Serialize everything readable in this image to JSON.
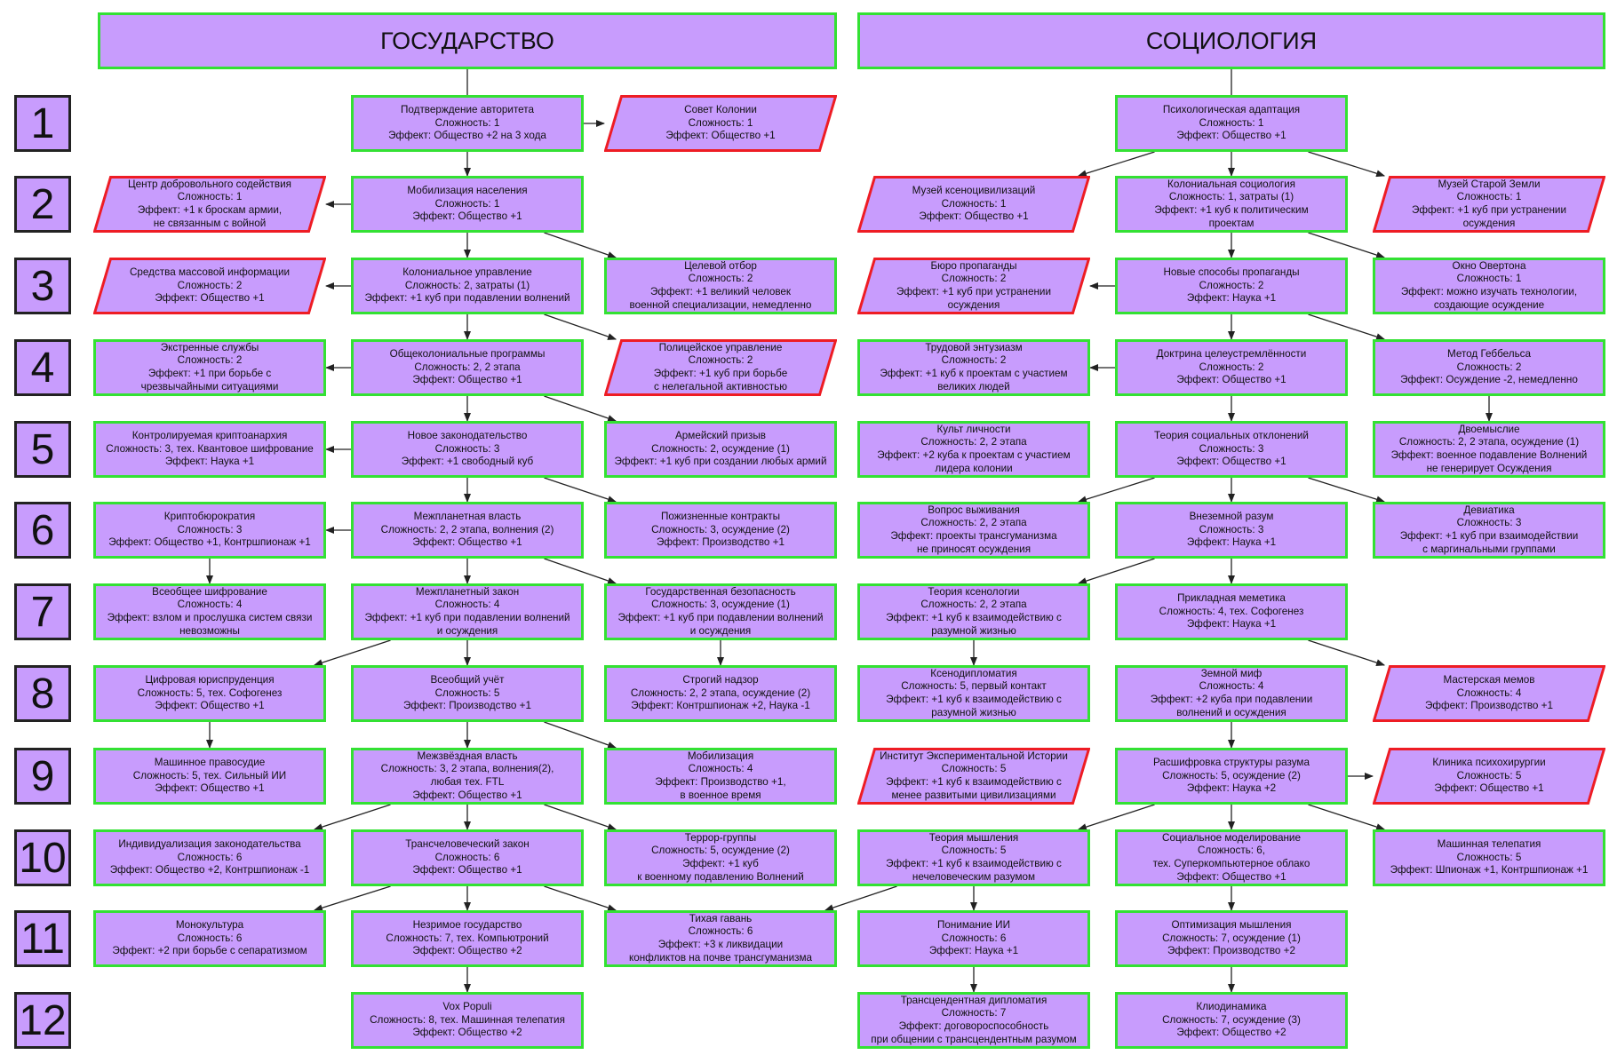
{
  "diagram": {
    "colors": {
      "fill": "#c89cfd",
      "primary_border": "#33e133",
      "secondary_border": "#ee1c24",
      "arrow": "#222222"
    },
    "headers": [
      {
        "id": "H1",
        "lines": [
          "ГОСУДАРСТВО"
        ]
      },
      {
        "id": "H2",
        "lines": [
          "СОЦИОЛОГИЯ"
        ]
      }
    ],
    "rows": [
      "1",
      "2",
      "3",
      "4",
      "5",
      "6",
      "7",
      "8",
      "9",
      "10",
      "11",
      "12"
    ],
    "nodes": [
      {
        "id": "s1",
        "kind": "rect",
        "lines": [
          "Подтверждение авторитета",
          "Сложность: 1",
          "Эффект: Общество +2 на 3 хода"
        ]
      },
      {
        "id": "s1r",
        "kind": "para",
        "lines": [
          "Совет Колонии",
          "Сложность: 1",
          "Эффект: Общество +1"
        ]
      },
      {
        "id": "s2l",
        "kind": "para",
        "lines": [
          "Центр добровольного содействия",
          "Сложность: 1",
          "Эффект: +1 к броскам армии,",
          "не связанным с войной"
        ]
      },
      {
        "id": "s2",
        "kind": "rect",
        "lines": [
          "Мобилизация населения",
          "Сложность: 1",
          "Эффект: Общество +1"
        ]
      },
      {
        "id": "s3l",
        "kind": "para",
        "lines": [
          "Средства массовой информации",
          "Сложность: 2",
          "Эффект: Общество +1"
        ]
      },
      {
        "id": "s3",
        "kind": "rect",
        "lines": [
          "Колониальное управление",
          "Сложность: 2, затраты (1)",
          "Эффект: +1 куб при подавлении волнений"
        ]
      },
      {
        "id": "s3r",
        "kind": "rect",
        "lines": [
          "Целевой отбор",
          "Сложность: 2",
          "Эффект: +1 великий человек",
          "военной специализации, немедленно"
        ]
      },
      {
        "id": "s4l",
        "kind": "rect",
        "lines": [
          "Экстренные службы",
          "Сложность: 2",
          "Эффект: +1 при борьбе с",
          "чрезвычайными ситуациями"
        ]
      },
      {
        "id": "s4",
        "kind": "rect",
        "lines": [
          "Общеколониальные программы",
          "Сложность: 2, 2 этапа",
          "Эффект: Общество +1"
        ]
      },
      {
        "id": "s4r",
        "kind": "para",
        "lines": [
          "Полицейское управление",
          "Сложность: 2",
          "Эффект: +1 куб при борьбе",
          "с нелегальной активностью"
        ]
      },
      {
        "id": "s5l",
        "kind": "rect",
        "lines": [
          "Контролируемая криптоанархия",
          "Сложность: 3, тех. Квантовое шифрование",
          "Эффект: Наука +1"
        ]
      },
      {
        "id": "s5",
        "kind": "rect",
        "lines": [
          "Новое законодательство",
          "Сложность: 3",
          "Эффект: +1 свободный куб"
        ]
      },
      {
        "id": "s5r",
        "kind": "rect",
        "lines": [
          "Армейский призыв",
          "Сложность: 2, осуждение (1)",
          "Эффект: +1 куб при создании любых армий"
        ]
      },
      {
        "id": "s6l",
        "kind": "rect",
        "lines": [
          "Криптобюрократия",
          "Сложность: 3",
          "Эффект: Общество +1, Контршпионаж +1"
        ]
      },
      {
        "id": "s6",
        "kind": "rect",
        "lines": [
          "Межпланетная власть",
          "Сложность: 2, 2 этапа, волнения (2)",
          "Эффект: Общество +1"
        ]
      },
      {
        "id": "s6r",
        "kind": "rect",
        "lines": [
          "Пожизненные контракты",
          "Сложность: 3, осуждение (2)",
          "Эффект: Производство +1"
        ]
      },
      {
        "id": "s7l",
        "kind": "rect",
        "lines": [
          "Всеобщее шифрование",
          "Сложность: 4",
          "Эффект: взлом и прослушка систем связи",
          "невозможны"
        ]
      },
      {
        "id": "s7",
        "kind": "rect",
        "lines": [
          "Межпланетный закон",
          "Сложность: 4",
          "Эффект: +1 куб при подавлении волнений",
          "и осуждения"
        ]
      },
      {
        "id": "s7r",
        "kind": "rect",
        "lines": [
          "Государственная безопасность",
          "Сложность: 3, осуждение (1)",
          "Эффект: +1 куб при подавлении волнений",
          "и осуждения"
        ]
      },
      {
        "id": "s8l",
        "kind": "rect",
        "lines": [
          "Цифровая юриспруденция",
          "Сложность: 5, тех. Софогенез",
          "Эффект: Общество +1"
        ]
      },
      {
        "id": "s8",
        "kind": "rect",
        "lines": [
          "Всеобщий учёт",
          "Сложность: 5",
          "Эффект: Производство +1"
        ]
      },
      {
        "id": "s8r",
        "kind": "rect",
        "lines": [
          "Строгий надзор",
          "Сложность: 2, 2 этапа, осуждение (2)",
          "Эффект: Контршпионаж +2, Наука -1"
        ]
      },
      {
        "id": "s9l",
        "kind": "rect",
        "lines": [
          "Машинное правосудие",
          "Сложность: 5, тех. Сильный ИИ",
          "Эффект: Общество +1"
        ]
      },
      {
        "id": "s9",
        "kind": "rect",
        "lines": [
          "Межзвёздная власть",
          "Сложность: 3, 2 этапа, волнения(2),",
          "любая тех. FTL",
          "Эффект: Общество +1"
        ]
      },
      {
        "id": "s9r",
        "kind": "rect",
        "lines": [
          "Мобилизация",
          "Сложность: 4",
          "Эффект: Производство +1,",
          "в военное время"
        ]
      },
      {
        "id": "s10l",
        "kind": "rect",
        "lines": [
          "Индивидуализация законодательства",
          "Сложность: 6",
          "Эффект: Общество +2, Контршпионаж -1"
        ]
      },
      {
        "id": "s10",
        "kind": "rect",
        "lines": [
          "Трансчеловеческий закон",
          "Сложность: 6",
          "Эффект: Общество +1"
        ]
      },
      {
        "id": "s10r",
        "kind": "rect",
        "lines": [
          "Террор-группы",
          "Сложность: 5, осуждение (2)",
          "Эффект: +1 куб",
          "к военному подавлению Волнений"
        ]
      },
      {
        "id": "s11l",
        "kind": "rect",
        "lines": [
          "Монокультура",
          "Сложность: 6",
          "Эффект: +2 при борьбе с сепаратизмом"
        ]
      },
      {
        "id": "s11",
        "kind": "rect",
        "lines": [
          "Незримое государство",
          "Сложность: 7, тех. Компьютроний",
          "Эффект: Общество +2"
        ]
      },
      {
        "id": "mid11",
        "kind": "rect",
        "lines": [
          "Тихая гавань",
          "Сложность: 6",
          "Эффект: +3 к ликвидации",
          "конфликтов на почве трансгуманизма"
        ]
      },
      {
        "id": "s12",
        "kind": "rect",
        "lines": [
          "Vox Populi",
          "Сложность: 8, тех. Машинная телепатия",
          "Эффект: Общество +2"
        ]
      },
      {
        "id": "c1",
        "kind": "rect",
        "lines": [
          "Психологическая адаптация",
          "Сложность: 1",
          "Эффект: Общество +1"
        ]
      },
      {
        "id": "c2l",
        "kind": "para",
        "lines": [
          "Музей ксеноцивилизаций",
          "Сложность: 1",
          "Эффект: Общество +1"
        ]
      },
      {
        "id": "c2",
        "kind": "rect",
        "lines": [
          "Колониальная социология",
          "Сложность: 1, затраты (1)",
          "Эффект: +1 куб к политическим",
          "проектам"
        ]
      },
      {
        "id": "c2r",
        "kind": "para",
        "lines": [
          "Музей Старой Земли",
          "Сложность: 1",
          "Эффект: +1 куб при устранении",
          "осуждения"
        ]
      },
      {
        "id": "c3l",
        "kind": "para",
        "lines": [
          "Бюро пропаганды",
          "Сложность: 2",
          "Эффект: +1 куб при устранении",
          "осуждения"
        ]
      },
      {
        "id": "c3",
        "kind": "rect",
        "lines": [
          "Новые способы пропаганды",
          "Сложность: 2",
          "Эффект: Наука +1"
        ]
      },
      {
        "id": "c3r",
        "kind": "rect",
        "lines": [
          "Окно Овертона",
          "Сложность: 1",
          "Эффект: можно изучать технологии,",
          "создающие осуждение"
        ]
      },
      {
        "id": "c4l",
        "kind": "rect",
        "lines": [
          "Трудовой энтузиазм",
          "Сложность: 2",
          "Эффект: +1 куб к проектам с участием",
          "великих людей"
        ]
      },
      {
        "id": "c4",
        "kind": "rect",
        "lines": [
          "Доктрина целеустремлённости",
          "Сложность: 2",
          "Эффект: Общество +1"
        ]
      },
      {
        "id": "c4r",
        "kind": "rect",
        "lines": [
          "Метод Геббельса",
          "Сложность: 2",
          "Эффект: Осуждение -2, немедленно"
        ]
      },
      {
        "id": "c5l",
        "kind": "rect",
        "lines": [
          "Культ личности",
          "Сложность: 2, 2 этапа",
          "Эффект: +2 куба к проектам с участием",
          "лидера колонии"
        ]
      },
      {
        "id": "c5",
        "kind": "rect",
        "lines": [
          "Теория социальных отклонений",
          "Сложность: 3",
          "Эффект: Общество +1"
        ]
      },
      {
        "id": "c5r",
        "kind": "rect",
        "lines": [
          "Двоемыслие",
          "Сложность: 2, 2 этапа, осуждение (1)",
          "Эффект: военное подавление Волнений",
          "не генерирует Осуждения"
        ]
      },
      {
        "id": "c6l",
        "kind": "rect",
        "lines": [
          "Вопрос выживания",
          "Сложность: 2, 2 этапа",
          "Эффект: проекты трансгуманизма",
          "не приносят осуждения"
        ]
      },
      {
        "id": "c6",
        "kind": "rect",
        "lines": [
          "Внеземной разум",
          "Сложность: 3",
          "Эффект: Наука +1"
        ]
      },
      {
        "id": "c6r",
        "kind": "rect",
        "lines": [
          "Девиатика",
          "Сложность: 3",
          "Эффект: +1 куб при взаимодействии",
          "с маргинальными группами"
        ]
      },
      {
        "id": "c7l",
        "kind": "rect",
        "lines": [
          "Теория ксенологии",
          "Сложность: 2, 2 этапа",
          "Эффект: +1 куб к взаимодействию с",
          "разумной жизнью"
        ]
      },
      {
        "id": "c7",
        "kind": "rect",
        "lines": [
          "Прикладная меметика",
          "Сложность: 4, тех. Софогенез",
          "Эффект: Наука +1"
        ]
      },
      {
        "id": "c8l",
        "kind": "rect",
        "lines": [
          "Ксенодипломатия",
          "Сложность: 5, первый контакт",
          "Эффект: +1 куб к взаимодействию с",
          "разумной жизнью"
        ]
      },
      {
        "id": "c8",
        "kind": "rect",
        "lines": [
          "Земной миф",
          "Сложность: 4",
          "Эффект: +2 куба при подавлении",
          "волнений и осуждения"
        ]
      },
      {
        "id": "c8r",
        "kind": "para",
        "lines": [
          "Мастерская мемов",
          "Сложность: 4",
          "Эффект: Производство +1"
        ]
      },
      {
        "id": "c9l",
        "kind": "para",
        "lines": [
          "Институт Экспериментальной Истории",
          "Сложность: 5",
          "Эффект: +1 куб к взаимодействию с",
          "менее развитыми цивилизациями"
        ]
      },
      {
        "id": "c9",
        "kind": "rect",
        "lines": [
          "Расшифровка структуры разума",
          "Сложность: 5, осуждение (2)",
          "Эффект: Наука +2"
        ]
      },
      {
        "id": "c9r",
        "kind": "para",
        "lines": [
          "Клиника психохирургии",
          "Сложность: 5",
          "Эффект: Общество +1"
        ]
      },
      {
        "id": "c10l",
        "kind": "rect",
        "lines": [
          "Теория мышления",
          "Сложность: 5",
          "Эффект: +1 куб к взаимодействию с",
          "нечеловеческим разумом"
        ]
      },
      {
        "id": "c10",
        "kind": "rect",
        "lines": [
          "Социальное моделирование",
          "Сложность: 6,",
          "тех. Суперкомпьютерное облако",
          "Эффект: Общество +1"
        ]
      },
      {
        "id": "c10r",
        "kind": "rect",
        "lines": [
          "Машинная телепатия",
          "Сложность: 5",
          "Эффект: Шпионаж +1, Контршпионаж +1"
        ]
      },
      {
        "id": "c11l",
        "kind": "rect",
        "lines": [
          "Понимание ИИ",
          "Сложность: 6",
          "Эффект: Наука +1"
        ]
      },
      {
        "id": "c11",
        "kind": "rect",
        "lines": [
          "Оптимизация мышления",
          "Сложность: 7, осуждение (1)",
          "Эффект: Производство +2"
        ]
      },
      {
        "id": "c12l",
        "kind": "rect",
        "lines": [
          "Трансцендентная дипломатия",
          "Сложность: 7",
          "Эффект: договороспособность",
          "при общении с трансцендентным разумом"
        ]
      },
      {
        "id": "c12",
        "kind": "rect",
        "lines": [
          "Клиодинамика",
          "Сложность: 7, осуждение (3)",
          "Эффект: Общество +2"
        ]
      }
    ],
    "edges": [
      [
        "H1",
        "s1"
      ],
      [
        "s1",
        "s1r"
      ],
      [
        "s1",
        "s2"
      ],
      [
        "s2",
        "s2l"
      ],
      [
        "s2",
        "s3"
      ],
      [
        "s2",
        "s3r"
      ],
      [
        "s3",
        "s3l"
      ],
      [
        "s3",
        "s4"
      ],
      [
        "s3",
        "s4r"
      ],
      [
        "s4",
        "s4l"
      ],
      [
        "s4",
        "s5"
      ],
      [
        "s4",
        "s5r"
      ],
      [
        "s5",
        "s5l"
      ],
      [
        "s5",
        "s6"
      ],
      [
        "s5",
        "s6r"
      ],
      [
        "s6",
        "s6l"
      ],
      [
        "s6",
        "s7"
      ],
      [
        "s6",
        "s7r"
      ],
      [
        "s6l",
        "s7l"
      ],
      [
        "s7",
        "s8l"
      ],
      [
        "s7",
        "s8"
      ],
      [
        "s7r",
        "s8r"
      ],
      [
        "s8l",
        "s9l"
      ],
      [
        "s8",
        "s9"
      ],
      [
        "s8",
        "s9r"
      ],
      [
        "s9",
        "s10l"
      ],
      [
        "s9",
        "s10"
      ],
      [
        "s9",
        "s10r"
      ],
      [
        "s10",
        "s11l"
      ],
      [
        "s10",
        "s11"
      ],
      [
        "s10",
        "mid11"
      ],
      [
        "s11",
        "s12"
      ],
      [
        "H2",
        "c1"
      ],
      [
        "c1",
        "c2l"
      ],
      [
        "c1",
        "c2"
      ],
      [
        "c1",
        "c2r"
      ],
      [
        "c2",
        "c3"
      ],
      [
        "c2",
        "c3r"
      ],
      [
        "c3",
        "c3l"
      ],
      [
        "c3",
        "c4"
      ],
      [
        "c3",
        "c4r"
      ],
      [
        "c4",
        "c4l"
      ],
      [
        "c4r",
        "c5r"
      ],
      [
        "c4",
        "c5"
      ],
      [
        "c5",
        "c6l"
      ],
      [
        "c5",
        "c6"
      ],
      [
        "c5",
        "c6r"
      ],
      [
        "c6",
        "c7l"
      ],
      [
        "c6",
        "c7"
      ],
      [
        "c7l",
        "c8l"
      ],
      [
        "c7",
        "c8r"
      ],
      [
        "c8",
        "c9"
      ],
      [
        "c9",
        "c9r"
      ],
      [
        "c9",
        "c10l"
      ],
      [
        "c9",
        "c10"
      ],
      [
        "c9",
        "c10r"
      ],
      [
        "c10l",
        "mid11"
      ],
      [
        "c10l",
        "c11l"
      ],
      [
        "c10",
        "c11"
      ],
      [
        "c11l",
        "c12l"
      ],
      [
        "c11",
        "c12"
      ]
    ]
  }
}
